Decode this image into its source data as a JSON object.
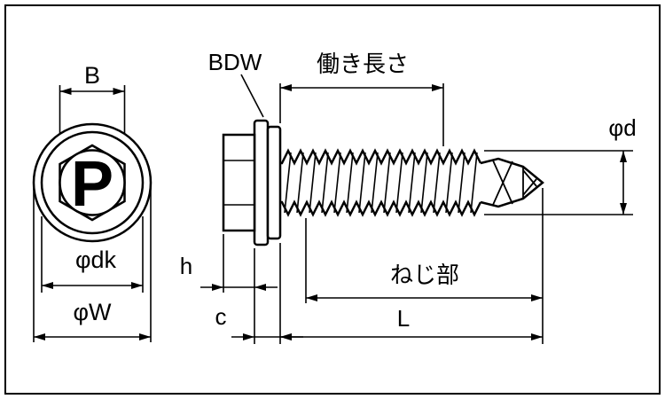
{
  "colors": {
    "ink": "#000000",
    "paper": "#ffffff"
  },
  "front_view": {
    "head_marking": "P"
  },
  "labels": {
    "width_across_flats": "B",
    "bonded_washer": "BDW",
    "working_length": "働き長さ",
    "thread_diameter": "φd",
    "head_flange_diameter": "φdk",
    "washer_outer_diameter": "φW",
    "head_height": "h",
    "washer_thickness": "c",
    "thread_portion": "ねじ部",
    "overall_length": "L"
  }
}
